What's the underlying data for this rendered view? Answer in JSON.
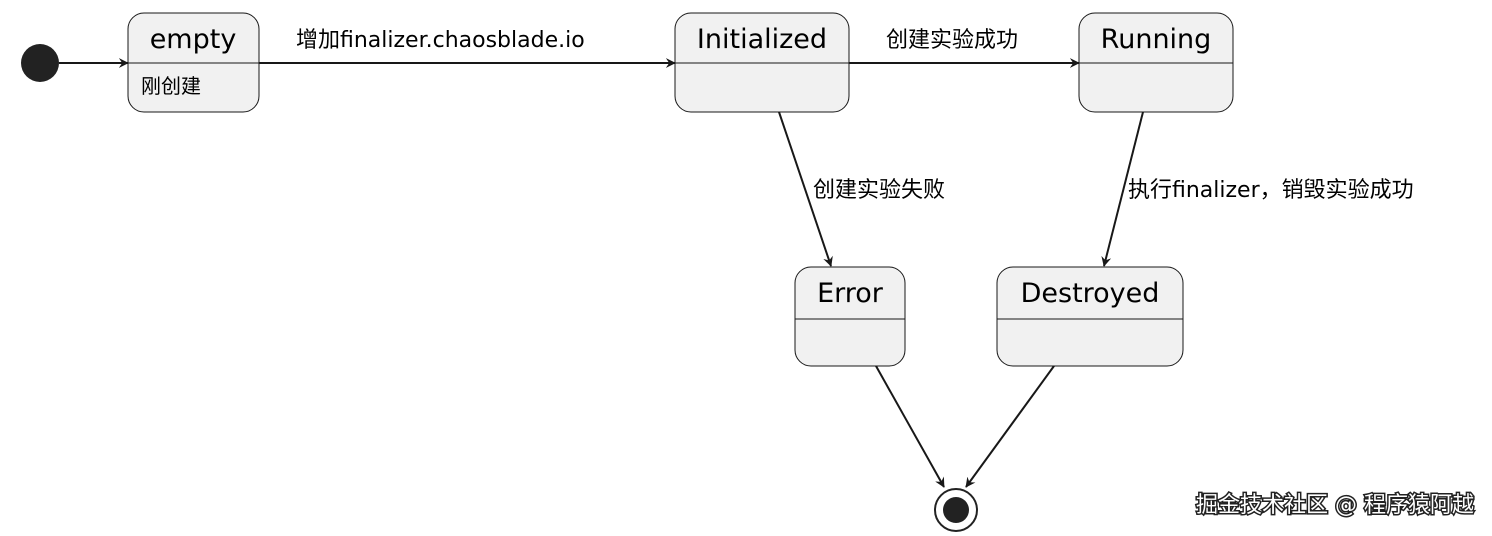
{
  "states": {
    "empty": {
      "name": "empty",
      "description": "刚创建"
    },
    "initialized": {
      "name": "Initialized"
    },
    "running": {
      "name": "Running"
    },
    "error": {
      "name": "Error"
    },
    "destroyed": {
      "name": "Destroyed"
    }
  },
  "transitions": {
    "empty_to_initialized": "增加finalizer.chaosblade.io",
    "initialized_to_running": "创建实验成功",
    "initialized_to_error": "创建实验失败",
    "running_to_destroyed": "执行finalizer，销毁实验成功"
  },
  "watermark": "掘金技术社区 @ 程序猿阿越",
  "colors": {
    "state_fill": "#f1f1f1",
    "line": "#181818",
    "node": "#222222"
  }
}
